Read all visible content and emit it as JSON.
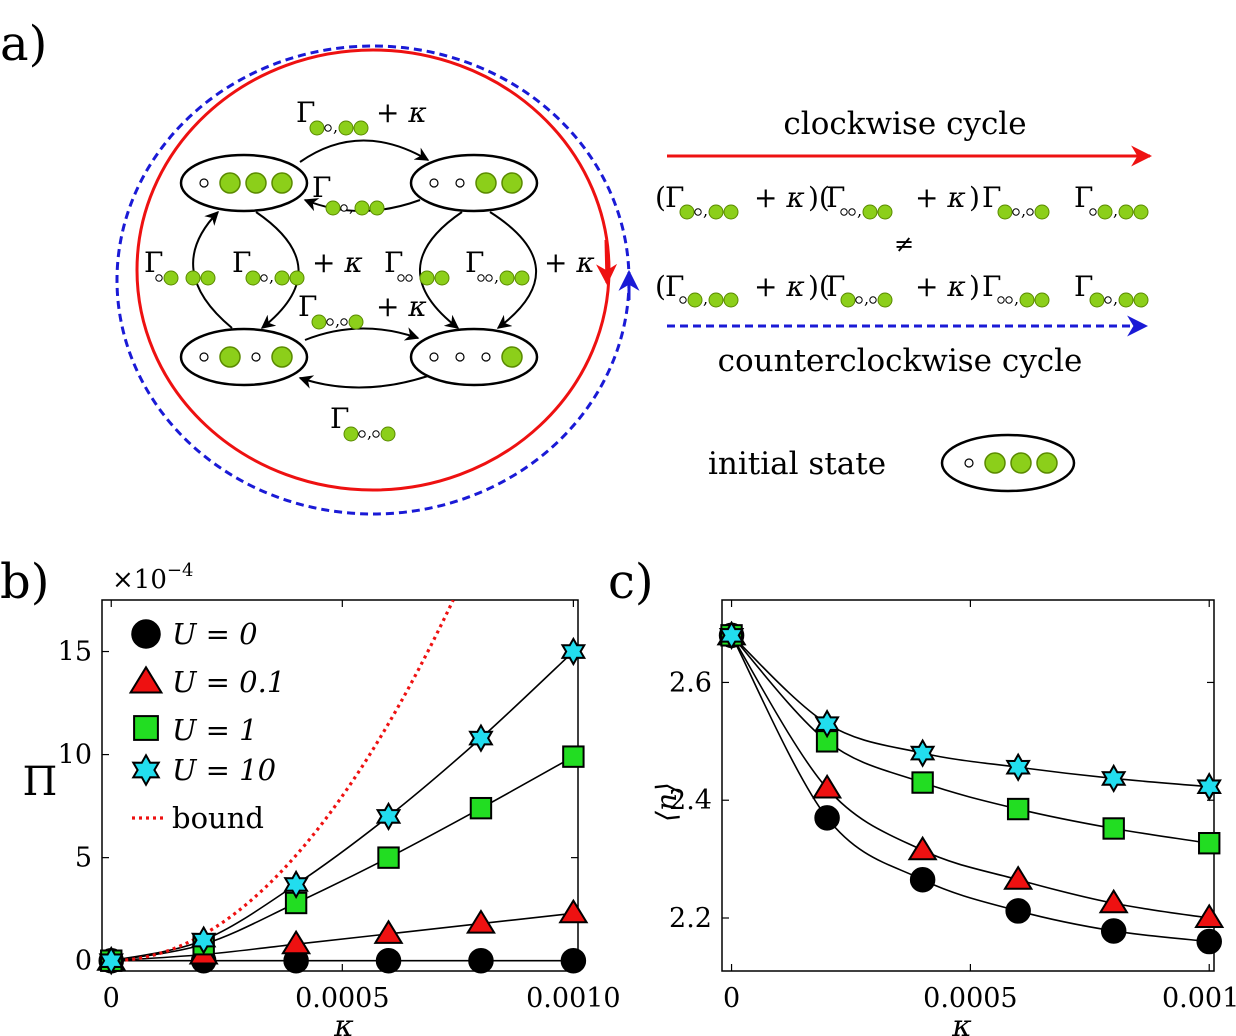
{
  "panel_a": {
    "label": "a)",
    "states": [
      {
        "id": "S1",
        "occupancy": [
          0,
          1,
          1,
          1
        ]
      },
      {
        "id": "S2",
        "occupancy": [
          0,
          0,
          1,
          1
        ]
      },
      {
        "id": "S3",
        "occupancy": [
          0,
          1,
          0,
          1
        ]
      },
      {
        "id": "S4",
        "occupancy": [
          0,
          0,
          0,
          1
        ]
      }
    ],
    "plus_kappa": "+ κ",
    "gamma": "Γ",
    "cw_label": "clockwise cycle",
    "ccw_label": "counterclockwise cycle",
    "neq_symbol": "≠",
    "initial_state_label": "initial state",
    "colors": {
      "cw": "#ee1111",
      "ccw": "#1a1ad6",
      "dot": "#8ccf1a",
      "dot_edge": "#5a8a00"
    }
  },
  "panel_b": {
    "label": "b)",
    "multiplier": "×10",
    "multiplier_exp": "−4",
    "ylabel": "Π",
    "xlabel": "κ",
    "xticks": [
      "0",
      "0.0005",
      "0.0010"
    ],
    "yticks": [
      "0",
      "5",
      "10",
      "15"
    ],
    "legend": [
      "U = 0",
      "U = 0.1",
      "U = 1",
      "U = 10",
      "bound"
    ]
  },
  "panel_c": {
    "label": "c)",
    "ylabel": "⟨n⟩",
    "xlabel": "κ",
    "xticks": [
      "0",
      "0.0005",
      "0.0010"
    ],
    "yticks": [
      "2.2",
      "2.4",
      "2.6"
    ]
  },
  "chart_data": [
    {
      "type": "line",
      "panel": "b",
      "xlabel": "κ",
      "ylabel": "Π",
      "y_multiplier": "×10^-4",
      "xlim": [
        -2e-05,
        0.00101
      ],
      "ylim": [
        -0.5,
        17.5
      ],
      "x": [
        0,
        0.0002,
        0.0004,
        0.0006,
        0.0008,
        0.001
      ],
      "series": [
        {
          "name": "U = 0",
          "marker": "circle",
          "color": "#000000",
          "values": [
            0,
            0,
            0,
            0,
            0,
            0
          ]
        },
        {
          "name": "U = 0.1",
          "marker": "triangle",
          "color": "#ee1111",
          "values": [
            0,
            0.3,
            0.8,
            1.3,
            1.8,
            2.3
          ]
        },
        {
          "name": "U = 1",
          "marker": "square",
          "color": "#22dd22",
          "values": [
            0,
            0.8,
            2.8,
            5.0,
            7.4,
            9.9
          ]
        },
        {
          "name": "U = 10",
          "marker": "star",
          "color": "#22ddee",
          "values": [
            0,
            1.0,
            3.7,
            7.0,
            10.8,
            15.0
          ]
        },
        {
          "name": "bound",
          "style": "dotted",
          "color": "#ee1111",
          "curve": "quadratic",
          "x_end": 0.00074,
          "y_end": 17.5
        }
      ]
    },
    {
      "type": "line",
      "panel": "c",
      "xlabel": "κ",
      "ylabel": "⟨n⟩",
      "xlim": [
        -2e-05,
        0.00101
      ],
      "ylim": [
        2.11,
        2.74
      ],
      "x": [
        0,
        0.0002,
        0.0004,
        0.0006,
        0.0008,
        0.001
      ],
      "series": [
        {
          "name": "U = 0",
          "marker": "circle",
          "color": "#000000",
          "values": [
            2.68,
            2.37,
            2.265,
            2.212,
            2.178,
            2.16
          ]
        },
        {
          "name": "U = 0.1",
          "marker": "triangle",
          "color": "#ee1111",
          "values": [
            2.68,
            2.42,
            2.315,
            2.265,
            2.225,
            2.2
          ]
        },
        {
          "name": "U = 1",
          "marker": "square",
          "color": "#22dd22",
          "values": [
            2.68,
            2.5,
            2.43,
            2.385,
            2.352,
            2.327
          ]
        },
        {
          "name": "U = 10",
          "marker": "star",
          "color": "#22ddee",
          "values": [
            2.68,
            2.53,
            2.48,
            2.456,
            2.437,
            2.423
          ]
        }
      ]
    }
  ]
}
